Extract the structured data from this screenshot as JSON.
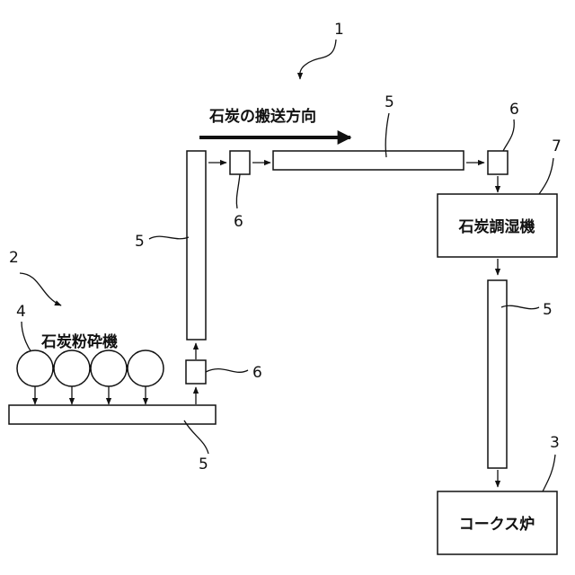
{
  "diagram": {
    "refs": {
      "system": "1",
      "crusher_group": "2",
      "oven": "3",
      "crusher_unit": "4",
      "conveyor": "5",
      "transfer": "6",
      "dryer": "7"
    },
    "labels": {
      "direction": "石炭の搬送方向",
      "crusher": "石炭粉砕機",
      "dryer": "石炭調湿機",
      "oven": "コークス炉"
    }
  }
}
